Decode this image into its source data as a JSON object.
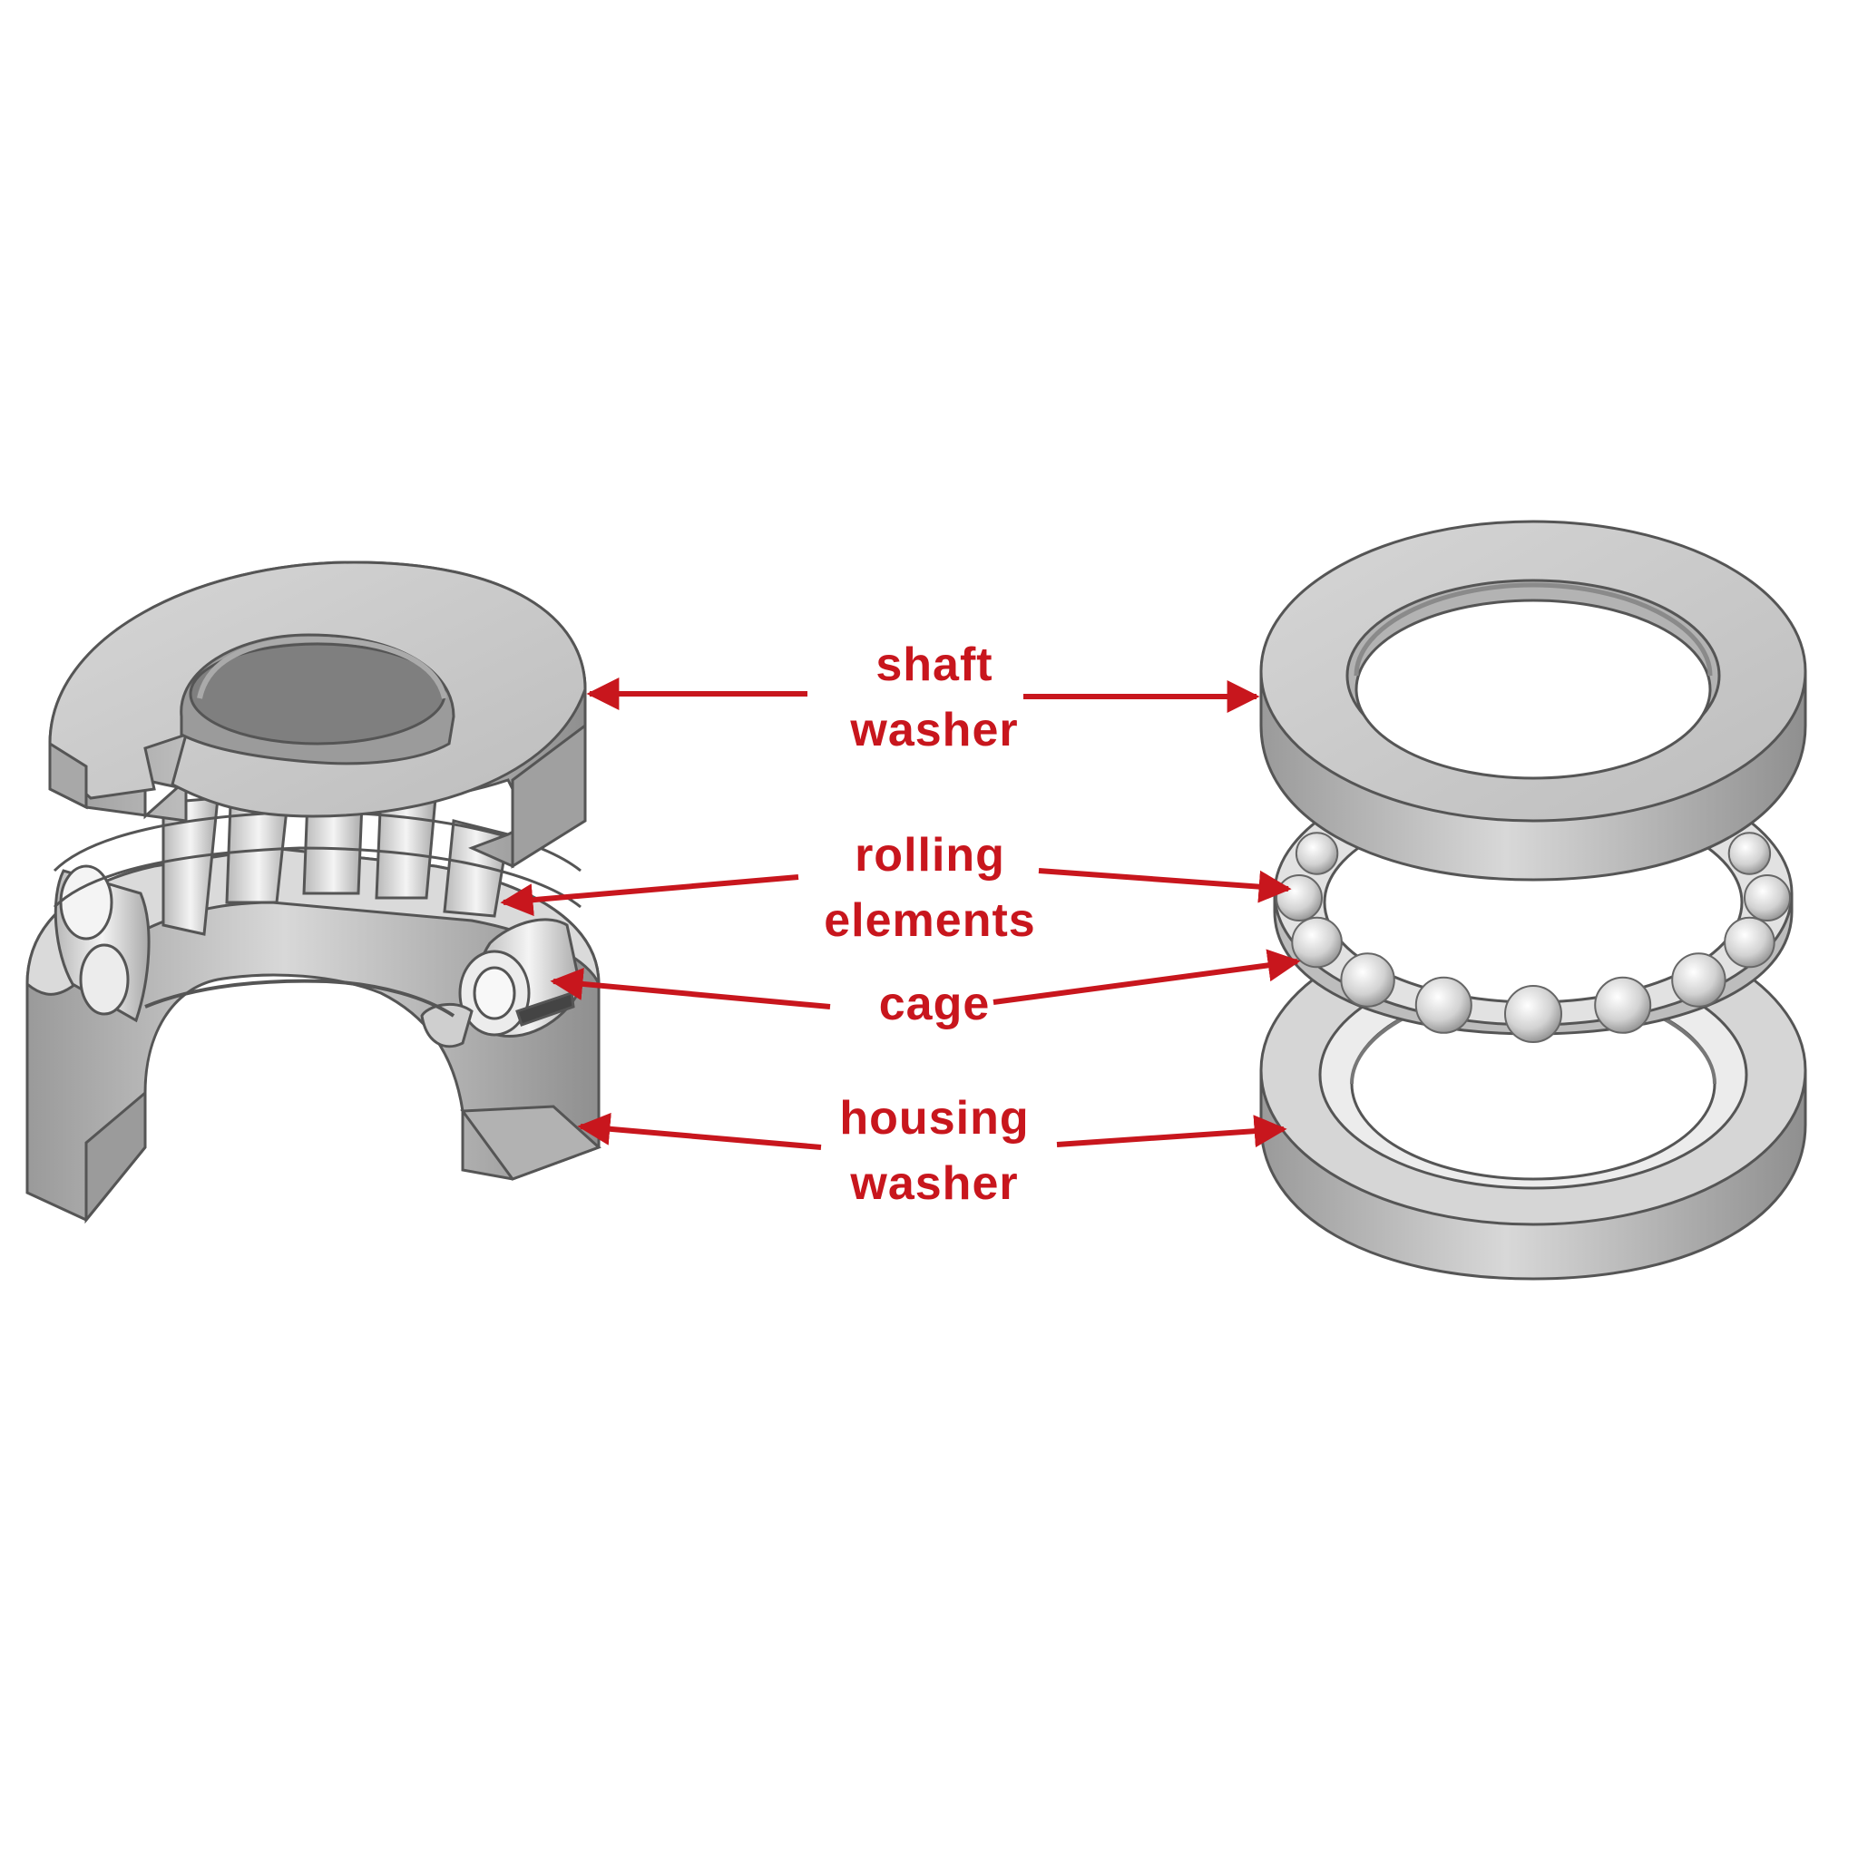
{
  "colors": {
    "accent": "#c8161d",
    "metal_light": "#e3e3e3",
    "metal_mid": "#c4c4c4",
    "metal_dark": "#8d8d8d",
    "outline": "#555555",
    "background": "#ffffff"
  },
  "labels": {
    "shaft_washer": {
      "line1": "shaft",
      "line2": "washer"
    },
    "rolling_elements": {
      "line1": "rolling",
      "line2": "elements"
    },
    "cage": {
      "line1": "cage"
    },
    "housing_washer": {
      "line1": "housing",
      "line2": "washer"
    }
  },
  "illustrations": {
    "left": "cutaway-tapered-roller-thrust-bearing",
    "right": "exploded-ball-thrust-bearing"
  }
}
